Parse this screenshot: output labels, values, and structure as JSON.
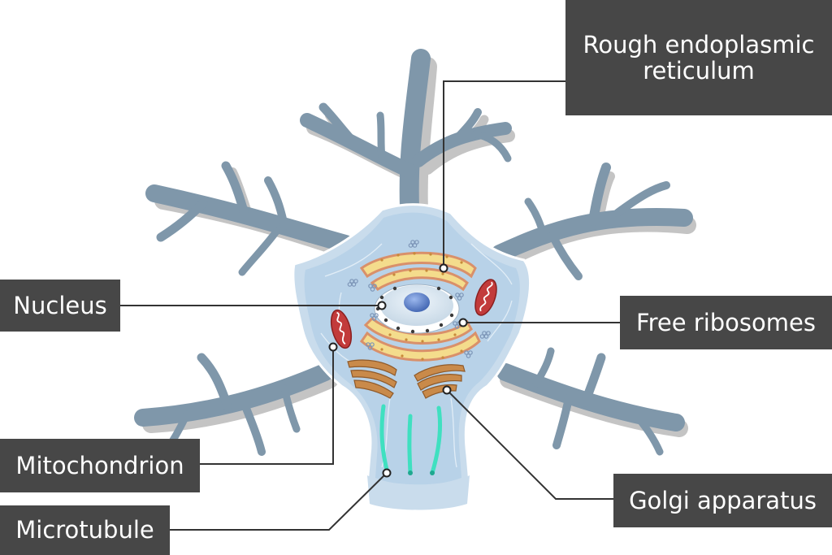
{
  "labels": {
    "rough_er": "Rough endoplasmic reticulum",
    "nucleus": "Nucleus",
    "free_ribosomes": "Free ribosomes",
    "mitochondrion": "Mitochondrion",
    "golgi": "Golgi apparatus",
    "microtubule": "Microtubule"
  },
  "colors": {
    "dendrite": "#7f97aa",
    "soma": "#c9dcec",
    "cytoplasm": "#b8d2e8",
    "label_bg": "#474747",
    "leader": "#333333",
    "er_fill": "#f4dc8c",
    "er_edge": "#d9906a",
    "mito": "#c23b3b",
    "golgi": "#c98a4a",
    "microtubule": "#3fe0c0",
    "nucleolus": "#5f84c9"
  }
}
